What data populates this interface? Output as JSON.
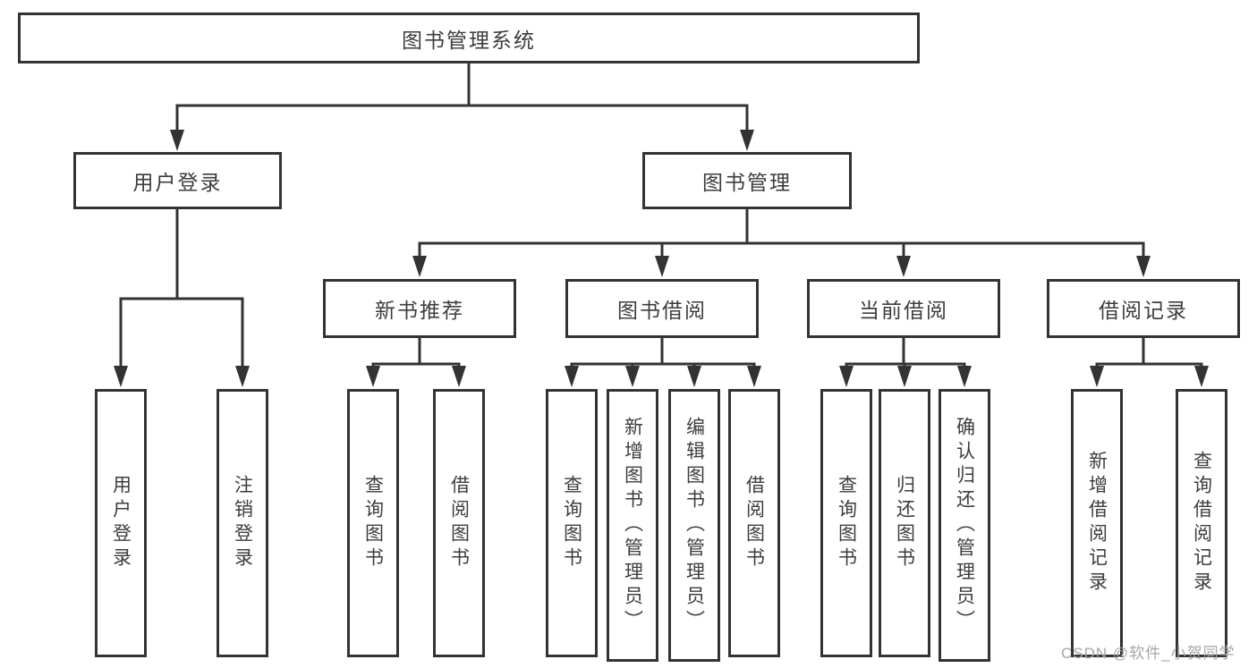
{
  "diagram": {
    "colors": {
      "line": "#333333",
      "text": "#3d3d3d",
      "box_background": "#ffffff"
    },
    "root": {
      "label": "图书管理系统"
    },
    "level2": [
      {
        "label": "用户登录",
        "children": [
          {
            "label": "用户登录"
          },
          {
            "label": "注销登录"
          }
        ]
      },
      {
        "label": "图书管理",
        "children": [
          {
            "label": "新书推荐",
            "children": [
              {
                "label": "查询图书"
              },
              {
                "label": "借阅图书"
              }
            ]
          },
          {
            "label": "图书借阅",
            "children": [
              {
                "label": "查询图书"
              },
              {
                "label": "新增图书（管理员）"
              },
              {
                "label": "编辑图书（管理员）"
              },
              {
                "label": "借阅图书"
              }
            ]
          },
          {
            "label": "当前借阅",
            "children": [
              {
                "label": "查询图书"
              },
              {
                "label": "归还图书"
              },
              {
                "label": "确认归还（管理员）"
              }
            ]
          },
          {
            "label": "借阅记录",
            "children": [
              {
                "label": "新增借阅记录"
              },
              {
                "label": "查询借阅记录"
              }
            ]
          }
        ]
      }
    ]
  },
  "watermark": {
    "text": "CSDN @软件_小贺同学",
    "color": "#a6a6a6"
  }
}
